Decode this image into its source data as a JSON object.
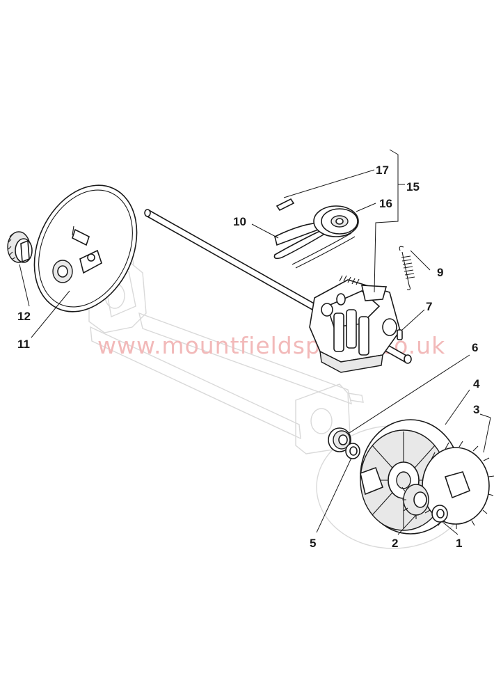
{
  "watermark": "www.mountfieldspares.co.uk",
  "callouts": {
    "p1": "1",
    "p2": "2",
    "p3": "3",
    "p4": "4",
    "p5": "5",
    "p6": "6",
    "p7": "7",
    "p9": "9",
    "p10": "10",
    "p11": "11",
    "p12": "12",
    "p15": "15",
    "p16": "16",
    "p17": "17"
  },
  "colors": {
    "ink": "#1a1a1a",
    "ghost": "#d9d9d9",
    "watermark": "#f2b9b9"
  }
}
